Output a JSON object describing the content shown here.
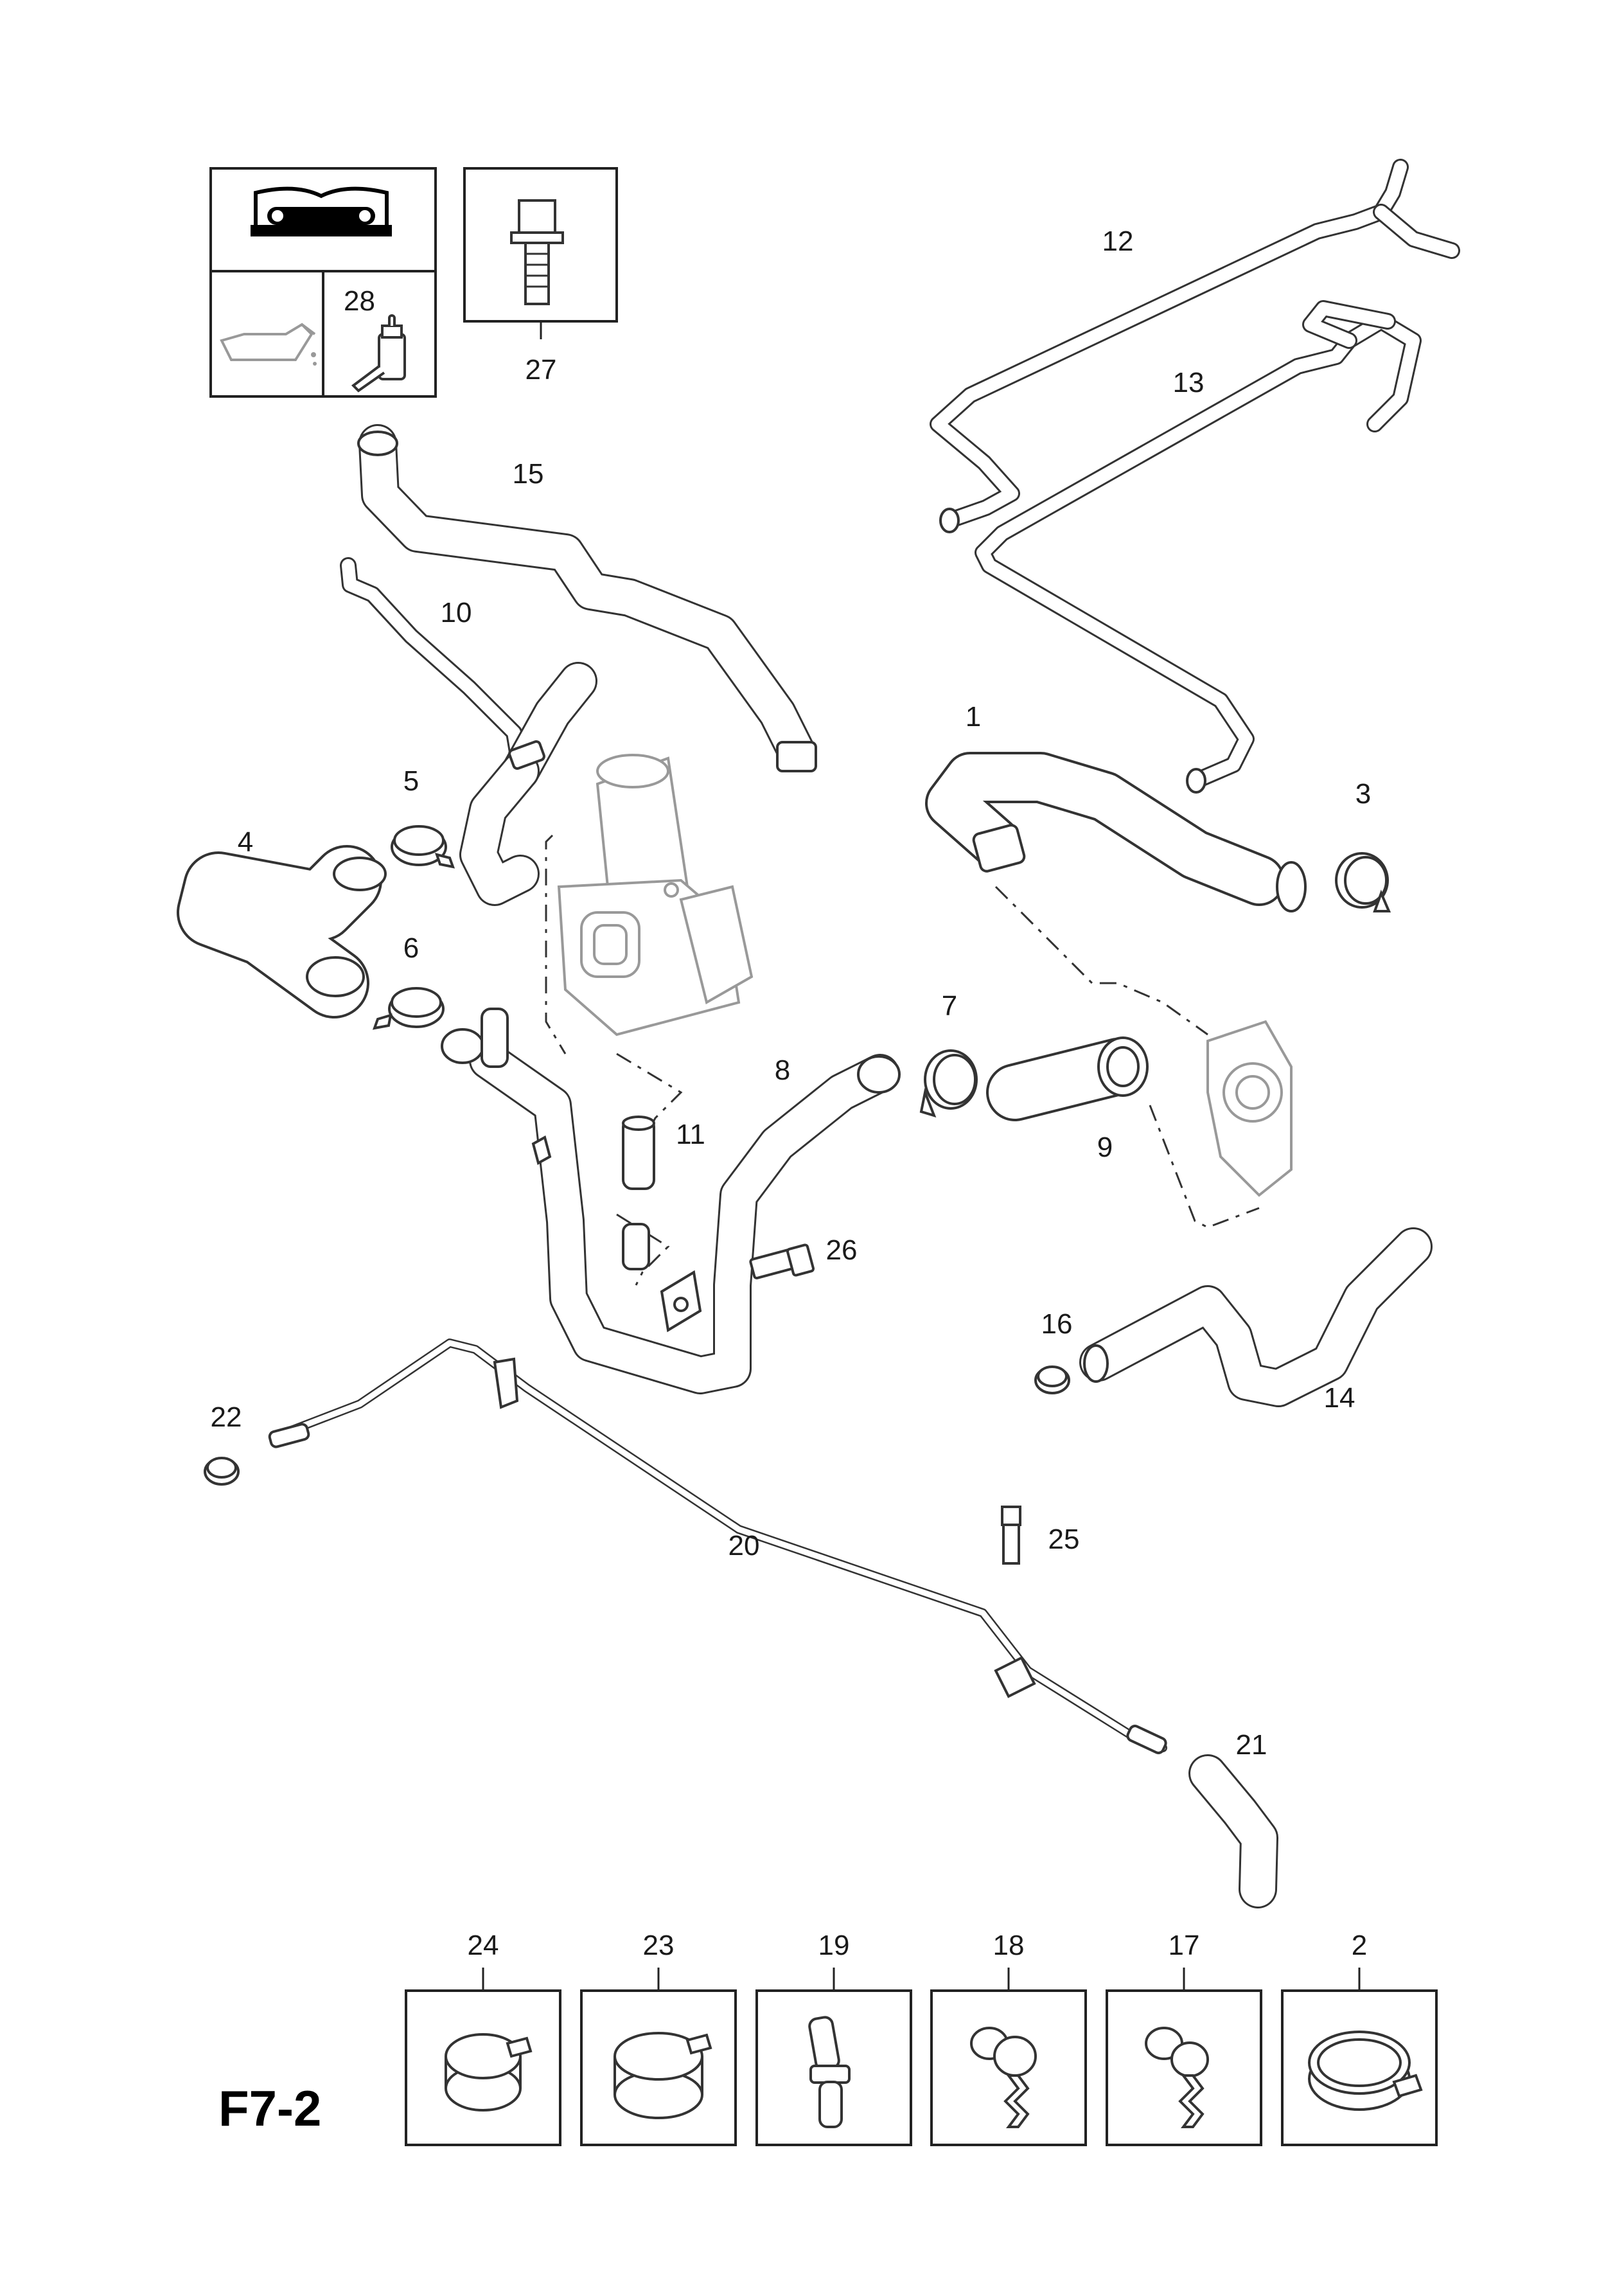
{
  "diagram_code": "F7-2",
  "parts": [
    {
      "id": "1",
      "label": "1"
    },
    {
      "id": "2",
      "label": "2"
    },
    {
      "id": "3",
      "label": "3"
    },
    {
      "id": "4",
      "label": "4"
    },
    {
      "id": "5",
      "label": "5"
    },
    {
      "id": "6",
      "label": "6"
    },
    {
      "id": "7",
      "label": "7"
    },
    {
      "id": "8",
      "label": "8"
    },
    {
      "id": "9",
      "label": "9"
    },
    {
      "id": "10",
      "label": "10"
    },
    {
      "id": "11",
      "label": "11"
    },
    {
      "id": "12",
      "label": "12"
    },
    {
      "id": "13",
      "label": "13"
    },
    {
      "id": "14",
      "label": "14"
    },
    {
      "id": "15",
      "label": "15"
    },
    {
      "id": "16",
      "label": "16"
    },
    {
      "id": "17",
      "label": "17"
    },
    {
      "id": "18",
      "label": "18"
    },
    {
      "id": "19",
      "label": "19"
    },
    {
      "id": "20",
      "label": "20"
    },
    {
      "id": "21",
      "label": "21"
    },
    {
      "id": "22",
      "label": "22"
    },
    {
      "id": "23",
      "label": "23"
    },
    {
      "id": "24",
      "label": "24"
    },
    {
      "id": "25",
      "label": "25"
    },
    {
      "id": "26",
      "label": "26"
    },
    {
      "id": "27",
      "label": "27"
    },
    {
      "id": "28",
      "label": "28"
    }
  ],
  "icons": {
    "manual": "repair-manual-icon",
    "oil": "oil-can-icon",
    "sealant": "sealant-tube-icon"
  }
}
